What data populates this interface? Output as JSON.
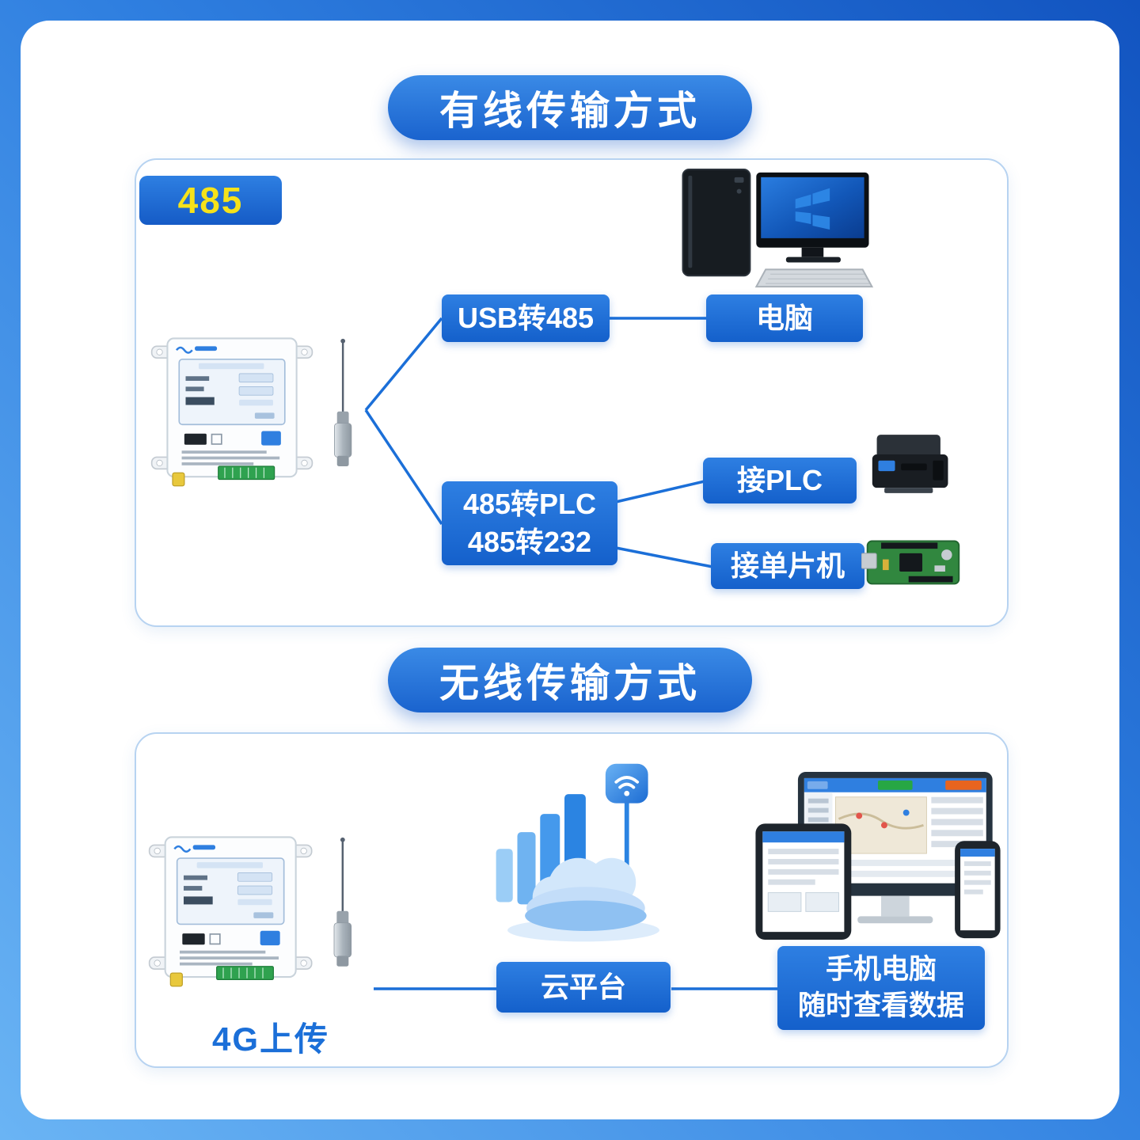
{
  "colors": {
    "accent_blue": "#1b6fd8",
    "badge_text_yellow": "#f6e21a",
    "background_gradient": [
      "#1254c0",
      "#6ab4f4"
    ]
  },
  "wired_section": {
    "title": "有线传输方式",
    "badge": "485",
    "usb_converter": "USB转485",
    "computer": "电脑",
    "converter_line1": "485转PLC",
    "converter_line2": "485转232",
    "plc": "接PLC",
    "mcu": "接单片机"
  },
  "wireless_section": {
    "title": "无线传输方式",
    "uplink_label": "4G上传",
    "cloud_platform": "云平台",
    "viewer_line1": "手机电脑",
    "viewer_line2": "随时查看数据"
  }
}
